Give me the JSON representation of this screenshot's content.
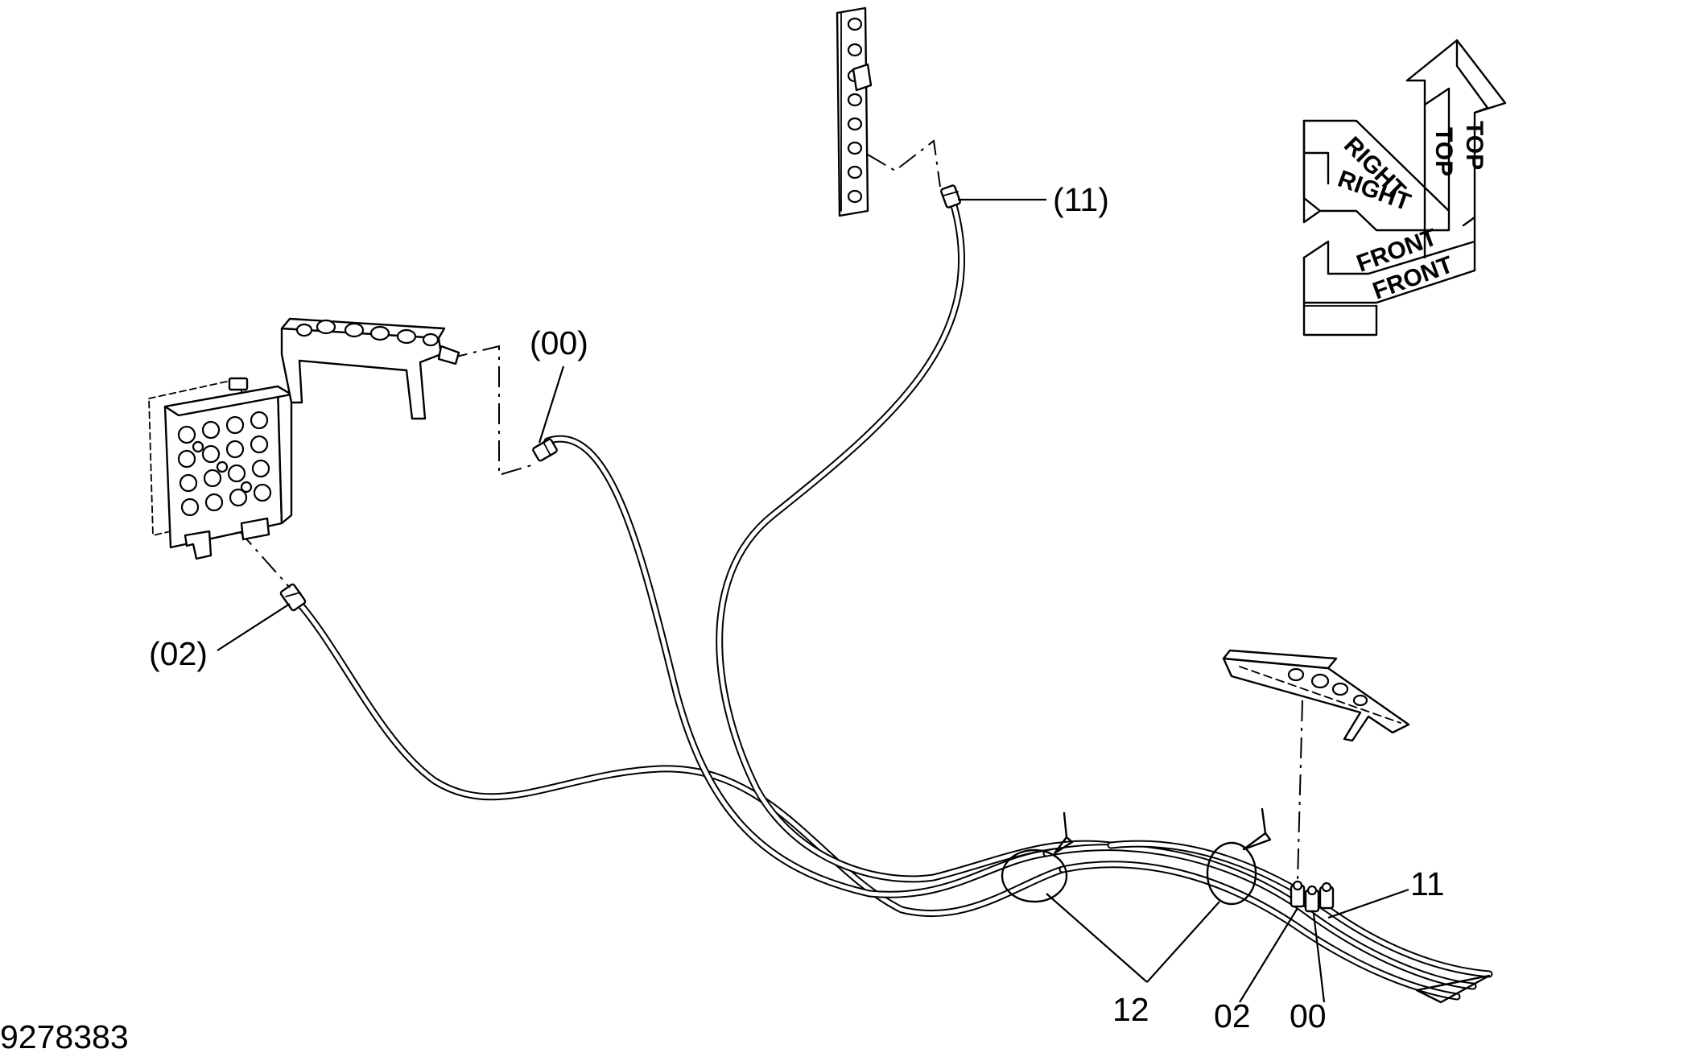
{
  "drawing_number": "9278383",
  "callouts": {
    "c11_top": "(11)",
    "c00_top": "(00)",
    "c02_left": "(02)",
    "c11_right": "11",
    "c12_bottom": "12",
    "c02_bottom": "02",
    "c00_bottom": "00"
  },
  "orientation": {
    "top_1": "TOP",
    "top_2": "TOP",
    "right_1": "RIGHT",
    "right_2": "RIGHT",
    "front_1": "FRONT",
    "front_2": "FRONT"
  }
}
